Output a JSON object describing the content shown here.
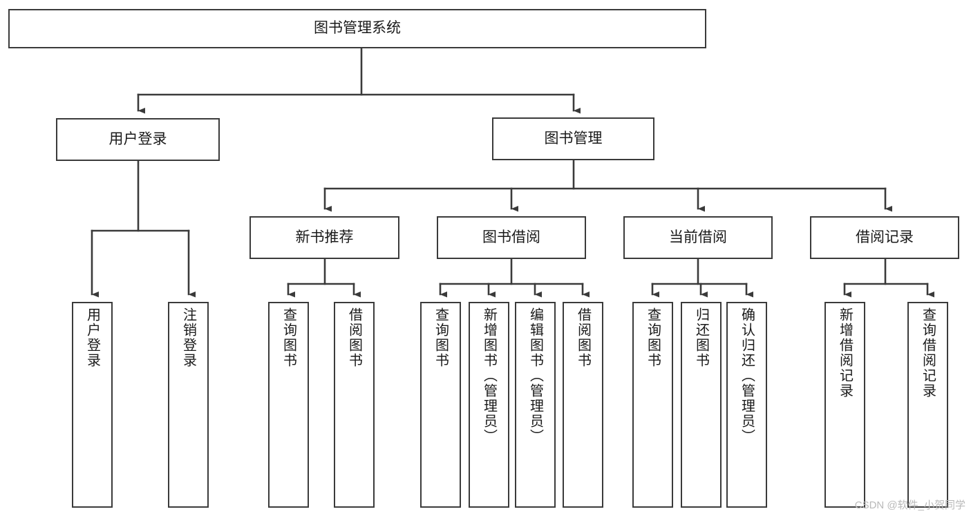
{
  "diagram": {
    "type": "tree-hierarchy",
    "title": "图书管理系统",
    "watermark": "CSDN @软件_小贺同学",
    "colors": {
      "box_border": "#3a3a3a",
      "box_fill": "#ffffff",
      "edge": "#3a3a3a",
      "text": "#1a1a1a",
      "watermark": "#b9b9b9"
    },
    "levels": {
      "root": {
        "label": "图书管理系统"
      },
      "level2": [
        {
          "id": "user-login",
          "label": "用户登录"
        },
        {
          "id": "book-management",
          "label": "图书管理"
        }
      ],
      "level3": [
        {
          "id": "new-book-recommend",
          "label": "新书推荐",
          "parent": "book-management"
        },
        {
          "id": "book-borrow",
          "label": "图书借阅",
          "parent": "book-management"
        },
        {
          "id": "current-borrow",
          "label": "当前借阅",
          "parent": "book-management"
        },
        {
          "id": "borrow-record",
          "label": "借阅记录",
          "parent": "book-management"
        }
      ],
      "leaves": [
        {
          "id": "leaf-user-login",
          "label": "用户登录",
          "parent": "user-login"
        },
        {
          "id": "leaf-logout",
          "label": "注销登录",
          "parent": "user-login"
        },
        {
          "id": "leaf-query-book-1",
          "label": "查询图书",
          "parent": "new-book-recommend"
        },
        {
          "id": "leaf-borrow-book-1",
          "label": "借阅图书",
          "parent": "new-book-recommend"
        },
        {
          "id": "leaf-query-book-2",
          "label": "查询图书",
          "parent": "book-borrow"
        },
        {
          "id": "leaf-add-book",
          "label": "新增图书（管理员）",
          "parent": "book-borrow"
        },
        {
          "id": "leaf-edit-book",
          "label": "编辑图书（管理员）",
          "parent": "book-borrow"
        },
        {
          "id": "leaf-borrow-book-2",
          "label": "借阅图书",
          "parent": "book-borrow"
        },
        {
          "id": "leaf-query-book-3",
          "label": "查询图书",
          "parent": "current-borrow"
        },
        {
          "id": "leaf-return-book",
          "label": "归还图书",
          "parent": "current-borrow"
        },
        {
          "id": "leaf-confirm-return",
          "label": "确认归还（管理员）",
          "parent": "current-borrow"
        },
        {
          "id": "leaf-add-record",
          "label": "新增借阅记录",
          "parent": "borrow-record"
        },
        {
          "id": "leaf-query-record",
          "label": "查询借阅记录",
          "parent": "borrow-record"
        }
      ]
    }
  }
}
